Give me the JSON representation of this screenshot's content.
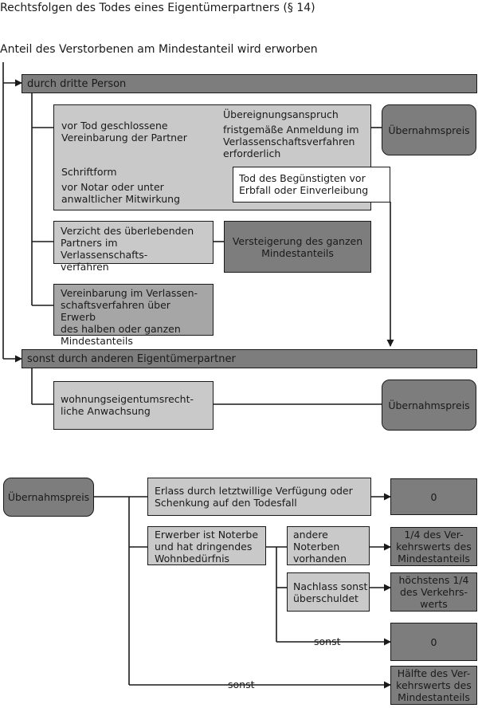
{
  "title": "Rechtsfolgen des Todes eines Eigentümerpartners (§ 14)",
  "heading": "Anteil des Verstorbenen am Mindestanteil wird erworben",
  "part1": {
    "third_party_bar": "durch dritte Person",
    "contract_group": {
      "agreement": "vor Tod geschlossene\nVereinbarung der Partner",
      "form_title": "Schriftform",
      "form_detail": "vor Notar oder unter\nanwaltlicher Mitwirkung",
      "transfer_claim_title": "Übereignungsanspruch",
      "transfer_claim_detail": "fristgemäße Anmeldung im\nVerlassenschaftsverfahren\nerforderlich"
    },
    "death_note": "Tod des Begünstigten vor\nErbfall oder Einverleibung",
    "takeover_price_1": "Übernahmspreis",
    "waiver": "Verzicht des überlebenden\nPartners im Verlassenschafts-\nverfahren",
    "auction": "Versteigerung des ganzen\nMindestanteils",
    "probate_agreement": "Vereinbarung im Verlassen-\nschaftsverfahren über Erwerb\ndes halben oder ganzen\nMindestanteils",
    "other_partner_bar": "sonst durch anderen Eigentümerpartner",
    "accrual": "wohnungseigentumsrecht-\nliche Anwachsung",
    "takeover_price_2": "Übernahmspreis"
  },
  "part2": {
    "takeover_price": "Übernahmspreis",
    "testamentary": "Erlass durch letztwillige Verfügung oder\nSchenkung auf den Todesfall",
    "result_zero_1": "0",
    "heir": "Erwerber ist Noterbe\nund hat dringendes\nWohnbedürfnis",
    "other_heirs": "andere\nNoterben\nvorhanden",
    "result_quarter": "1/4 des Ver-\nkehrswerts des\nMindestanteils",
    "over_indebted": "Nachlass sonst\nüberschuldet",
    "result_max_quarter": "höchstens 1/4\ndes Verkehrs-\nwerts",
    "else_label_1": "sonst",
    "result_zero_2": "0",
    "else_label_2": "sonst",
    "result_half": "Hälfte des Ver-\nkehrswerts des\nMindestanteils"
  }
}
